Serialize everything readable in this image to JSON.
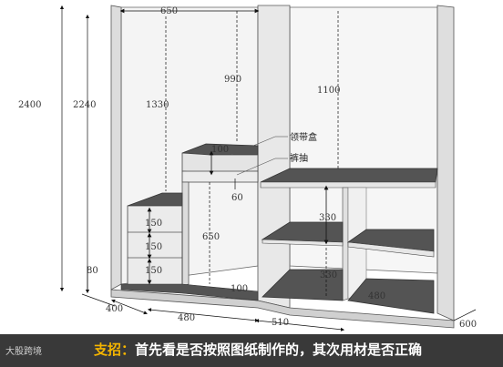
{
  "dimensions": {
    "d650": "650",
    "d990": "990",
    "d1100": "1100",
    "d2400": "2400",
    "d2240": "2240",
    "d1330": "1330",
    "d100_top": "100",
    "d60": "60",
    "d330": "330",
    "d650_mid": "650",
    "d150_a": "150",
    "d150_b": "150",
    "d150_c": "150",
    "d80": "80",
    "d100_bottom": "100",
    "d330_low": "330",
    "d480_right": "480",
    "d400": "400",
    "d480": "480",
    "d510": "510",
    "d600": "600"
  },
  "labels": {
    "tie_box": "领带盒",
    "trouser_rack": "裤抽"
  },
  "caption": {
    "prefix": "支招：",
    "text": "首先看是否按照图纸制作的，其次用材是否正确"
  },
  "brand": "大股跨境",
  "colors": {
    "shelf_dark": "#545454",
    "panel_light": "#e6e6e6",
    "caption_bg": "#1e1e1e",
    "caption_accent": "#f4b400"
  }
}
